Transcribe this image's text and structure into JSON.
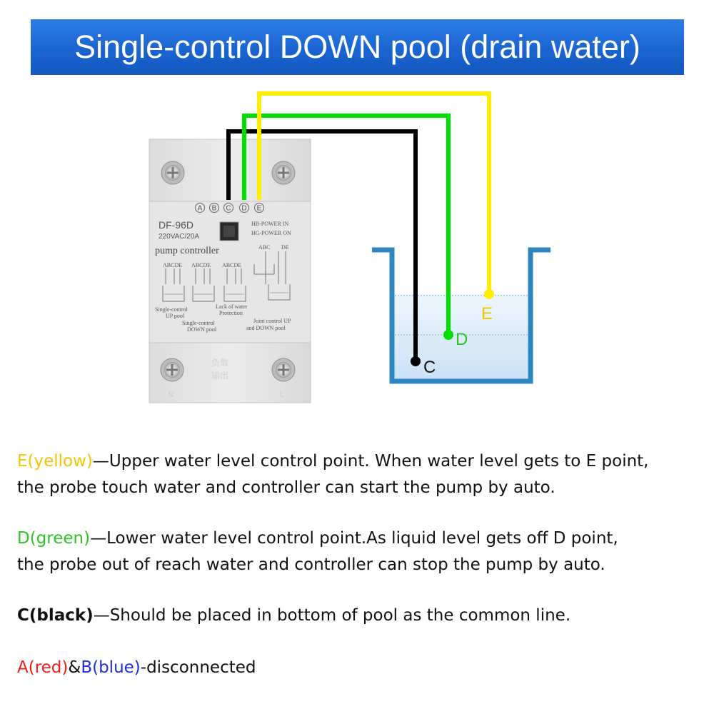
{
  "title": "Single-control DOWN pool (drain water)",
  "device": {
    "terminals": [
      "A",
      "B",
      "C",
      "D",
      "E"
    ],
    "model": "DF-96D",
    "rating": "220VAC/20A",
    "name": "pump controller",
    "led_power_in": "HB-POWER IN",
    "led_power_on": "HG-POWER ON",
    "abc_label": "ABC",
    "de_label": "DE",
    "diagram_headers": [
      "ABCDE",
      "ABCDE",
      "ABCDE"
    ],
    "mode_labels": {
      "single_up": [
        "Single-control",
        "UP pool"
      ],
      "lack_water": [
        "Lack of water",
        "Protection"
      ],
      "single_down": [
        "Single-control",
        "DOWN pool"
      ],
      "joint": [
        "Joint control UP",
        "and DOWN pool"
      ]
    },
    "load_label": [
      "负载",
      "输出"
    ],
    "n_label": "N",
    "l_label": "L"
  },
  "probes": {
    "e_label": "E",
    "d_label": "D",
    "c_label": "C"
  },
  "colors": {
    "banner": "#1a64cf",
    "wire_yellow": "#ffee00",
    "wire_green": "#00e000",
    "wire_black": "#000000",
    "tank": "#2e86c1",
    "water": "#d6e9f8",
    "label_yellow": "#f5c400",
    "label_green": "#2ec425",
    "label_red": "#ee1c1c",
    "label_blue": "#1c2fd8"
  },
  "descriptions": {
    "e": {
      "label": "E(yellow)",
      "text_line1": "—Upper water level control point. When water level gets to E point,",
      "text_line2": "the probe touch water and controller can start the pump by auto."
    },
    "d": {
      "label": "D(green)",
      "text_line1": "—Lower water level control point.As liquid level gets off D point,",
      "text_line2": "the probe out of reach water and controller can stop the pump by auto."
    },
    "c": {
      "label": "C(black)",
      "text": "—Should be placed in bottom of pool as the common line."
    },
    "ab": {
      "a_label": "A(red)",
      "amp": "&",
      "b_label": "B(blue)",
      "text": "-disconnected"
    }
  }
}
